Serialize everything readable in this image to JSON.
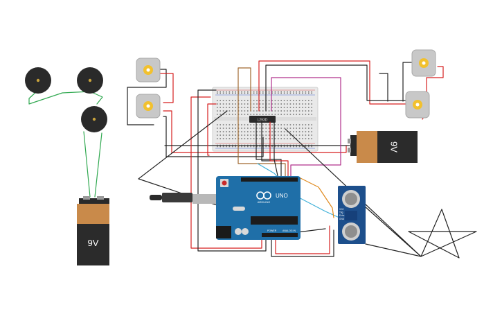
{
  "batteries": {
    "left_voltage": "9V",
    "right_voltage": "9V"
  },
  "motor_driver_chip": {
    "label": "L293D"
  },
  "arduino": {
    "model": "UNO",
    "brand": "ARDUINO",
    "header_power": "POWER",
    "header_analog": "ANALOG IN"
  },
  "ultrasonic_sensor": {
    "pins": [
      "VCC",
      "Trig",
      "Echo",
      "GND"
    ]
  },
  "colors": {
    "wire_red": "#d61f1f",
    "wire_black": "#222222",
    "wire_green": "#2fa84f",
    "wire_brown": "#a0682e",
    "wire_magenta": "#b0308c",
    "wire_cyan": "#3fb0d8",
    "wire_orange": "#e08a1e",
    "arduino_blue": "#1f6fa8",
    "sensor_blue": "#1d4f8c",
    "battery_orange": "#c98a4a",
    "battery_black": "#2b2b2b",
    "motor_yellow": "#f2c12e"
  }
}
